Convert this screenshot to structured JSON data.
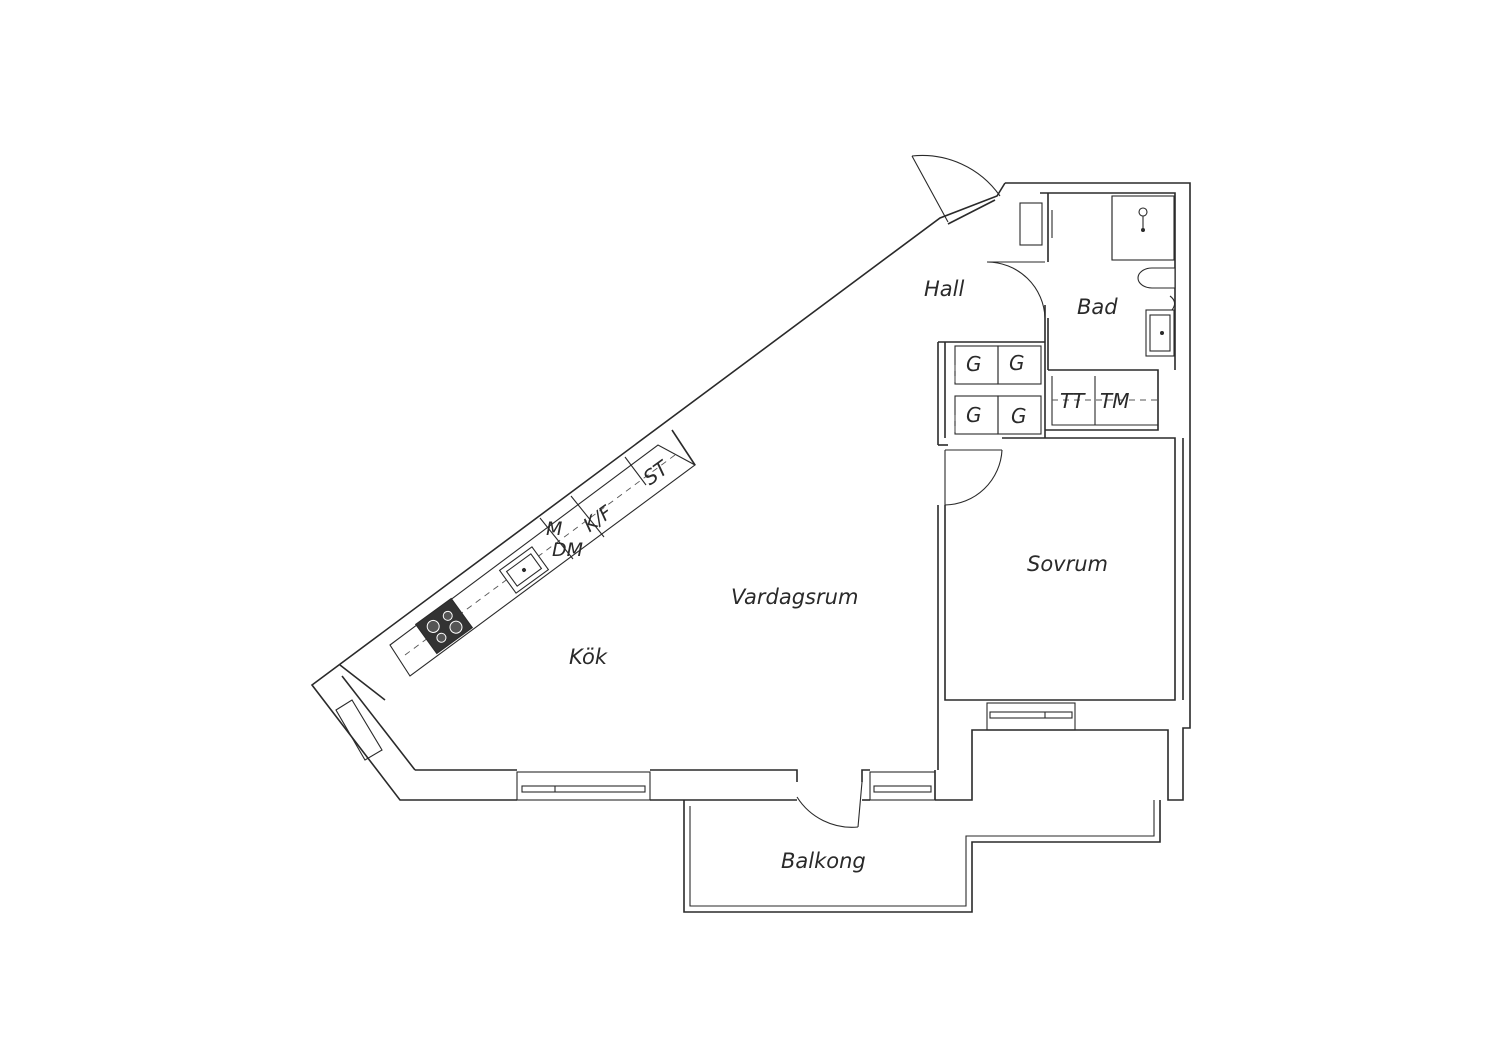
{
  "rooms": {
    "hall": "Hall",
    "bad": "Bad",
    "vardagsrum": "Vardagsrum",
    "kok": "Kök",
    "sovrum": "Sovrum",
    "balkong": "Balkong"
  },
  "appliances": {
    "garderob_1": "G",
    "garderob_2": "G",
    "garderob_3": "G",
    "garderob_4": "G",
    "tvattmaskin": "TM",
    "torktumlare": "TT",
    "stad": "ST",
    "kyl_frys": "K/F",
    "mikro": "M",
    "diskmaskin": "DM"
  },
  "colors": {
    "line": "#2a2a2a",
    "background": "#ffffff",
    "stove": "#333333"
  }
}
